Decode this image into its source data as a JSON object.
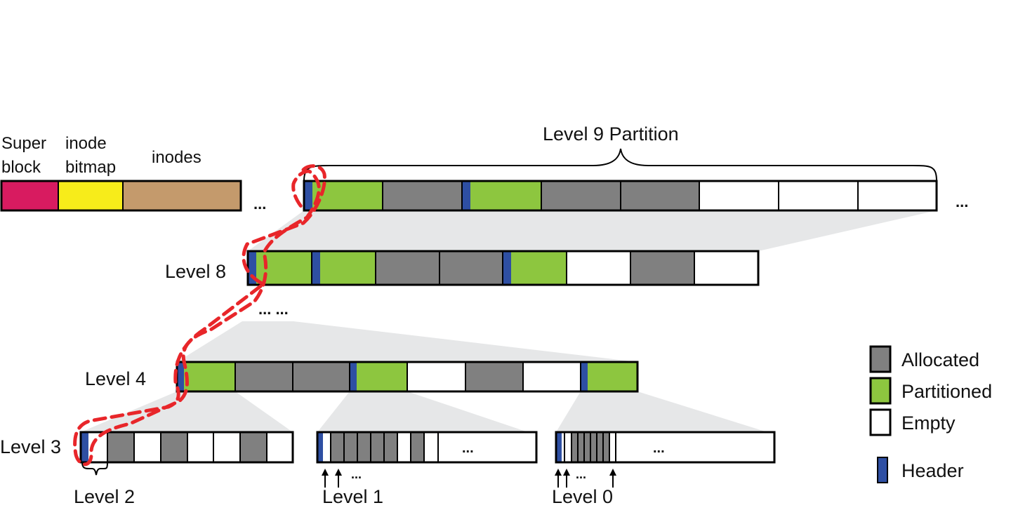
{
  "top_labels": {
    "super_block": [
      "Super",
      "block"
    ],
    "inode_bitmap": [
      "inode",
      "bitmap"
    ],
    "inodes": "inodes"
  },
  "ellipsis": "...",
  "level9_title": "Level 9 Partition",
  "levels": {
    "level8": "Level 8",
    "level4": "Level 4",
    "level3": "Level 3",
    "level2": "Level 2",
    "level1": "Level 1",
    "level0": "Level 0"
  },
  "dots_between": "... ...",
  "legend": {
    "allocated": "Allocated",
    "partitioned": "Partitioned",
    "empty": "Empty",
    "header": "Header"
  },
  "colors": {
    "super_block": "#d81b60",
    "inode_bitmap": "#f7ec1a",
    "inodes": "#c49a6c",
    "allocated": "#808080",
    "partitioned": "#8dc63f",
    "empty": "#ffffff",
    "header": "#2e4fa3",
    "highlight": "#e8262a",
    "zoom_fill": "#e6e7e8"
  }
}
